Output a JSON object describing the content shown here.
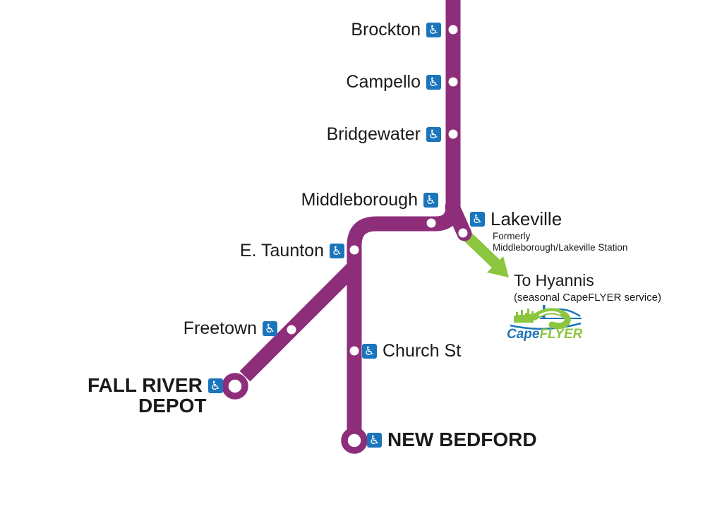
{
  "map": {
    "colors": {
      "line_purple": "#8E2D7A",
      "capeflyer_green": "#8CC63F",
      "accessible_blue": "#1B75BC",
      "station_dot_white": "#FFFFFF"
    },
    "icons": {
      "accessible": "♿"
    }
  },
  "stations": {
    "brockton": {
      "label": "Brockton"
    },
    "campello": {
      "label": "Campello"
    },
    "bridgewater": {
      "label": "Bridgewater"
    },
    "middleborough": {
      "label": "Middleborough"
    },
    "lakeville": {
      "label": "Lakeville",
      "note_line1": "Formerly",
      "note_line2": "Middleborough/Lakeville Station"
    },
    "e_taunton": {
      "label": "E. Taunton"
    },
    "freetown": {
      "label": "Freetown"
    },
    "church_st": {
      "label": "Church St"
    },
    "fall_river_depot": {
      "label_line1": "FALL RIVER",
      "label_line2": "DEPOT"
    },
    "new_bedford": {
      "label": "NEW BEDFORD"
    }
  },
  "annotations": {
    "to_hyannis": "To Hyannis",
    "seasonal": "(seasonal CapeFLYER service)"
  },
  "logo": {
    "cape": "Cape",
    "flyer": "FLYER"
  }
}
